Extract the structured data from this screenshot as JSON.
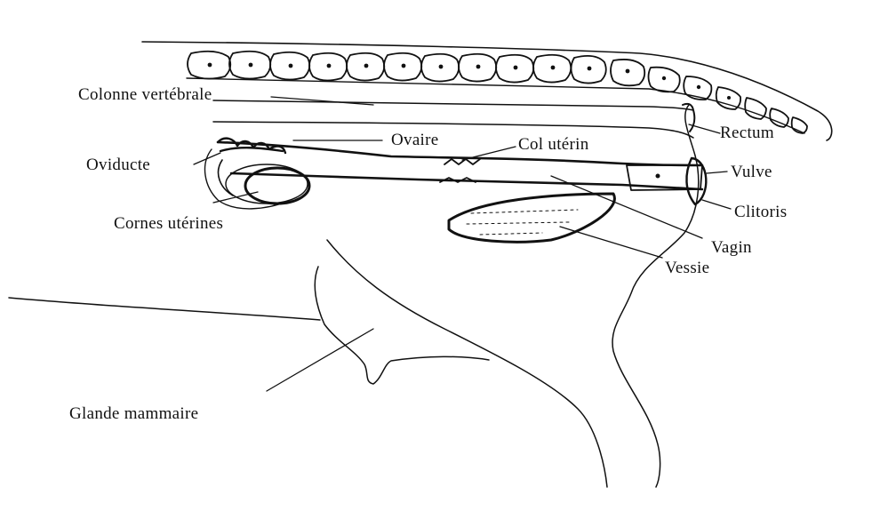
{
  "labels": {
    "colonne": "Colonne vertébrale",
    "rectum": "Rectum",
    "ovaire": "Ovaire",
    "col": "Col utérin",
    "oviducte": "Oviducte",
    "vulve": "Vulve",
    "clitoris": "Clitoris",
    "cornes": "Cornes utérines",
    "vagin": "Vagin",
    "vessie": "Vessie",
    "glande": "Glande mammaire"
  },
  "colors": {
    "ink": "#111111",
    "background": "#ffffff"
  }
}
